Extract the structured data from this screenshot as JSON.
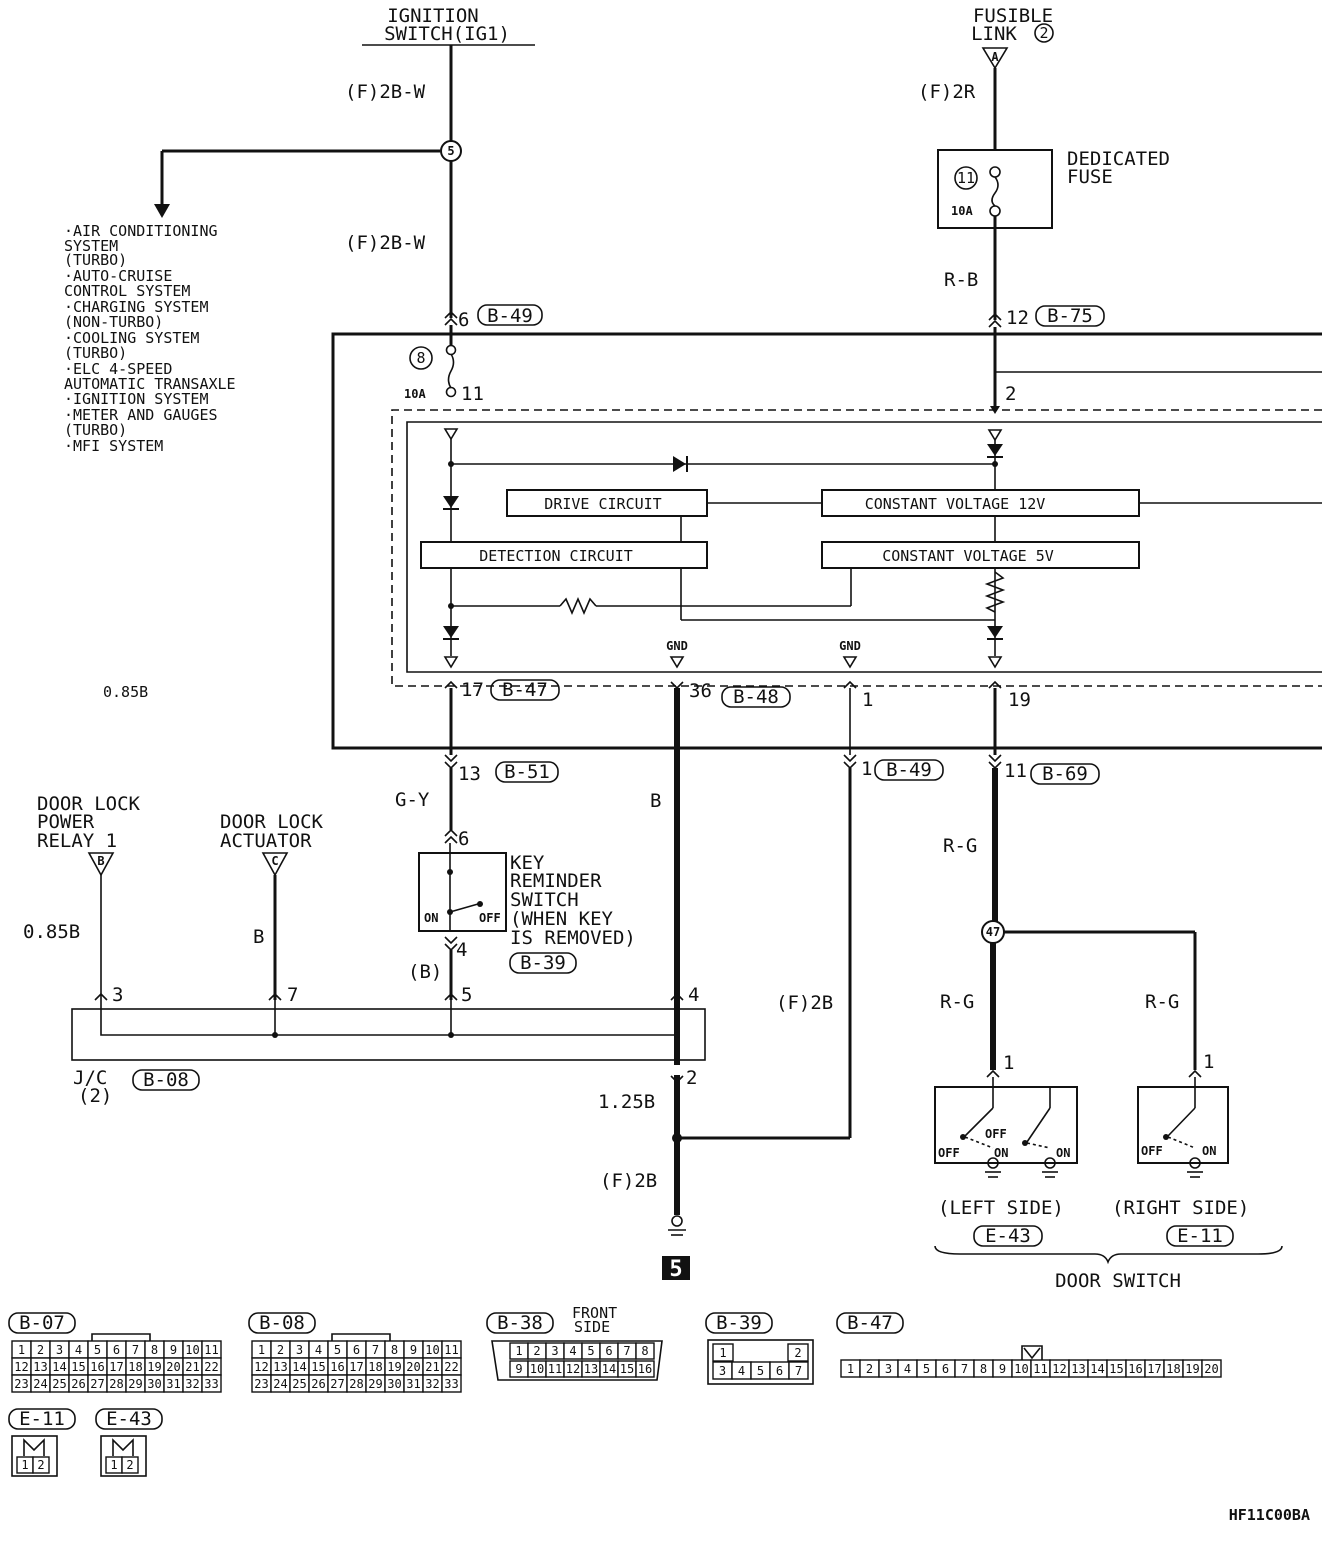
{
  "power_sources": {
    "ignition_switch": [
      "IGNITION",
      "SWITCH(IG1)"
    ],
    "fusible_link": [
      "FUSIBLE",
      "LINK"
    ],
    "fusible_link_no": "2",
    "fusible_link_terminal": "A"
  },
  "wires": {
    "ig_top": "(F)2B-W",
    "ig_mid": "(F)2B-W",
    "fl_top": "(F)2R",
    "fl_mid": "R-B",
    "gy": "G-Y",
    "b_mid": "B",
    "rg_top": "R-G",
    "rg_left": "R-G",
    "rg_right": "R-G",
    "b_paren": "(B)",
    "f2b_right": "(F)2B",
    "b125": "1.25B",
    "f2b_bottom": "(F)2B",
    "b085_top": "0.85B",
    "b085_left": "0.85B",
    "b_actuator": "B"
  },
  "splices": {
    "s5": "5",
    "s47": "47"
  },
  "fuses": {
    "dedicated_label": [
      "DEDICATED",
      "FUSE"
    ],
    "dedicated_no": "11",
    "dedicated_amp": "10A",
    "inner_no": "8",
    "inner_amp": "10A"
  },
  "system_list": [
    "·AIR CONDITIONING",
    " SYSTEM",
    " (TURBO)",
    "·AUTO-CRUISE",
    " CONTROL SYSTEM",
    "·CHARGING SYSTEM",
    " (NON-TURBO)",
    "·COOLING SYSTEM",
    " (TURBO)",
    "·ELC 4-SPEED",
    " AUTOMATIC TRANSAXLE",
    "·IGNITION SYSTEM",
    "·METER AND GAUGES",
    " (TURBO)",
    "·MFI SYSTEM"
  ],
  "circuits": {
    "drive": "DRIVE CIRCUIT",
    "detection": "DETECTION CIRCUIT",
    "cv12": "CONSTANT VOLTAGE 12V",
    "cv5": "CONSTANT VOLTAGE 5V",
    "gnd1": "GND",
    "gnd2": "GND"
  },
  "connectors": {
    "b49_top": "B-49",
    "b75": "B-75",
    "b47": "B-47",
    "b48": "B-48",
    "b51": "B-51",
    "b49_bot": "B-49",
    "b69": "B-69",
    "b39": "B-39",
    "b08": "B-08",
    "e43": "E-43",
    "e11": "E-11"
  },
  "pins": {
    "p6": "6",
    "p12": "12",
    "p11": "11",
    "p2": "2",
    "p17": "17",
    "p36": "36",
    "p1": "1",
    "p19": "19",
    "p13": "13",
    "p1b": "1",
    "p11b": "11",
    "ks6": "6",
    "ks4": "4",
    "jc3": "3",
    "jc7": "7",
    "jc5": "5",
    "jc4": "4",
    "jc2": "2",
    "ds_l": "1",
    "ds_r": "1"
  },
  "components": {
    "key_switch": [
      "KEY",
      "REMINDER",
      "SWITCH",
      "(WHEN KEY",
      "IS REMOVED)"
    ],
    "ks_on": "ON",
    "ks_off": "OFF",
    "relay": [
      "DOOR LOCK",
      "POWER",
      "RELAY 1"
    ],
    "relay_term": "B",
    "actuator": [
      "DOOR LOCK",
      "ACTUATOR"
    ],
    "actuator_term": "C",
    "jc": "J/C",
    "jc_no": "(2)",
    "ds_left": "(LEFT SIDE)",
    "ds_right": "(RIGHT SIDE)",
    "door_switch": "DOOR SWITCH",
    "sw_off": "OFF",
    "sw_on": "ON"
  },
  "ground_no": "5",
  "footer": {
    "b07": "B-07",
    "b08": "B-08",
    "b38": "B-38",
    "b38_note": [
      "FRONT",
      "SIDE"
    ],
    "b39": "B-39",
    "b47": "B-47",
    "e11": "E-11",
    "e43": "E-43",
    "code": "HF11C00BA",
    "b07_rows": [
      [
        "1",
        "2",
        "3",
        "4",
        "5",
        "6",
        "7",
        "8",
        "9",
        "10",
        "11"
      ],
      [
        "12",
        "13",
        "14",
        "15",
        "16",
        "17",
        "18",
        "19",
        "20",
        "21",
        "22"
      ],
      [
        "23",
        "24",
        "25",
        "26",
        "27",
        "28",
        "29",
        "30",
        "31",
        "32",
        "33"
      ]
    ],
    "b38_rows": [
      [
        "1",
        "2",
        "3",
        "4",
        "5",
        "6",
        "7",
        "8"
      ],
      [
        "9",
        "10",
        "11",
        "12",
        "13",
        "14",
        "15",
        "16"
      ]
    ],
    "b39_rows": [
      [
        "1",
        "2"
      ],
      [
        "3",
        "4",
        "5",
        "6",
        "7"
      ]
    ],
    "b47_row": [
      "1",
      "2",
      "3",
      "4",
      "5",
      "6",
      "7",
      "8",
      "9",
      "10",
      "11",
      "12",
      "13",
      "14",
      "15",
      "16",
      "17",
      "18",
      "19",
      "20"
    ],
    "e_row": [
      "1",
      "2"
    ]
  }
}
